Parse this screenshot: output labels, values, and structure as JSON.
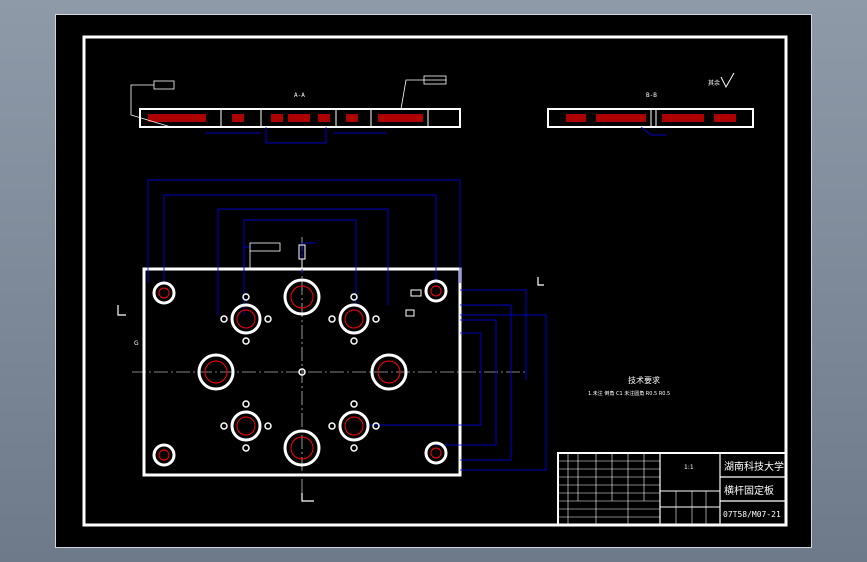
{
  "section_labels": {
    "section_aa": "A-A",
    "section_bb": "B-B"
  },
  "title_block": {
    "university": "湖南科技大学",
    "part_name": "横杆固定板",
    "drawing_no": "07T58/M07-21",
    "scale": "1:1"
  },
  "tech_requirements": {
    "heading": "技术要求",
    "body": "1.未注 倒角 C1 未注圆角 R0.5 R0.5"
  },
  "colors": {
    "background": "#000000",
    "outline": "#ffffff",
    "dimension": "#0000ff",
    "hatch": "#ff0000",
    "leader": "#ffffff"
  },
  "icons": {
    "roughness_symbol": "surface-finish-triangle"
  }
}
